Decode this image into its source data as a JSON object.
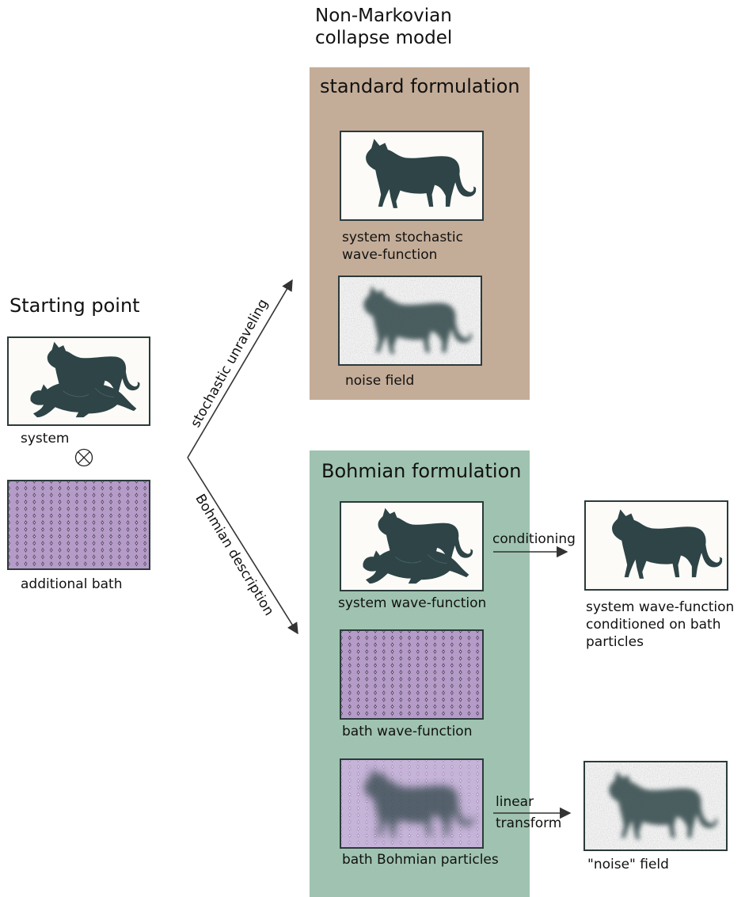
{
  "title": "Non-Markovian\ncollapse model",
  "start": {
    "heading": "Starting point",
    "system_label": "system",
    "bath_label": "additional bath",
    "tensor_symbol": "⊗"
  },
  "branches": {
    "upper": "stochastic unraveling",
    "lower": "Bohmian description"
  },
  "standard": {
    "heading": "standard formulation",
    "wavefunction_label": "system stochastic\nwave-function",
    "noise_label": "noise field",
    "color": "#c4ad98"
  },
  "bohmian": {
    "heading": "Bohmian formulation",
    "system_wf_label": "system wave-function",
    "bath_wf_label": "bath wave-function",
    "particles_label": "bath Bohmian particles",
    "color": "#9fc3b0"
  },
  "outputs": {
    "conditioning_label": "conditioning",
    "conditioned_label": "system wave-function\nconditioned on bath\nparticles",
    "linear_label": "linear\ntransform",
    "noise_field_label": "\"noise\" field"
  },
  "colors": {
    "cat": "#2e4446",
    "bath_fill": "#b59cc8",
    "bath_stroke": "#3d2a4d",
    "particle": "#6a3f96",
    "arrow": "#333333"
  },
  "icons": [
    "cat-icon",
    "sleeping-cat-icon",
    "lattice-icon",
    "noise-cat-icon",
    "tensor-product-icon"
  ]
}
